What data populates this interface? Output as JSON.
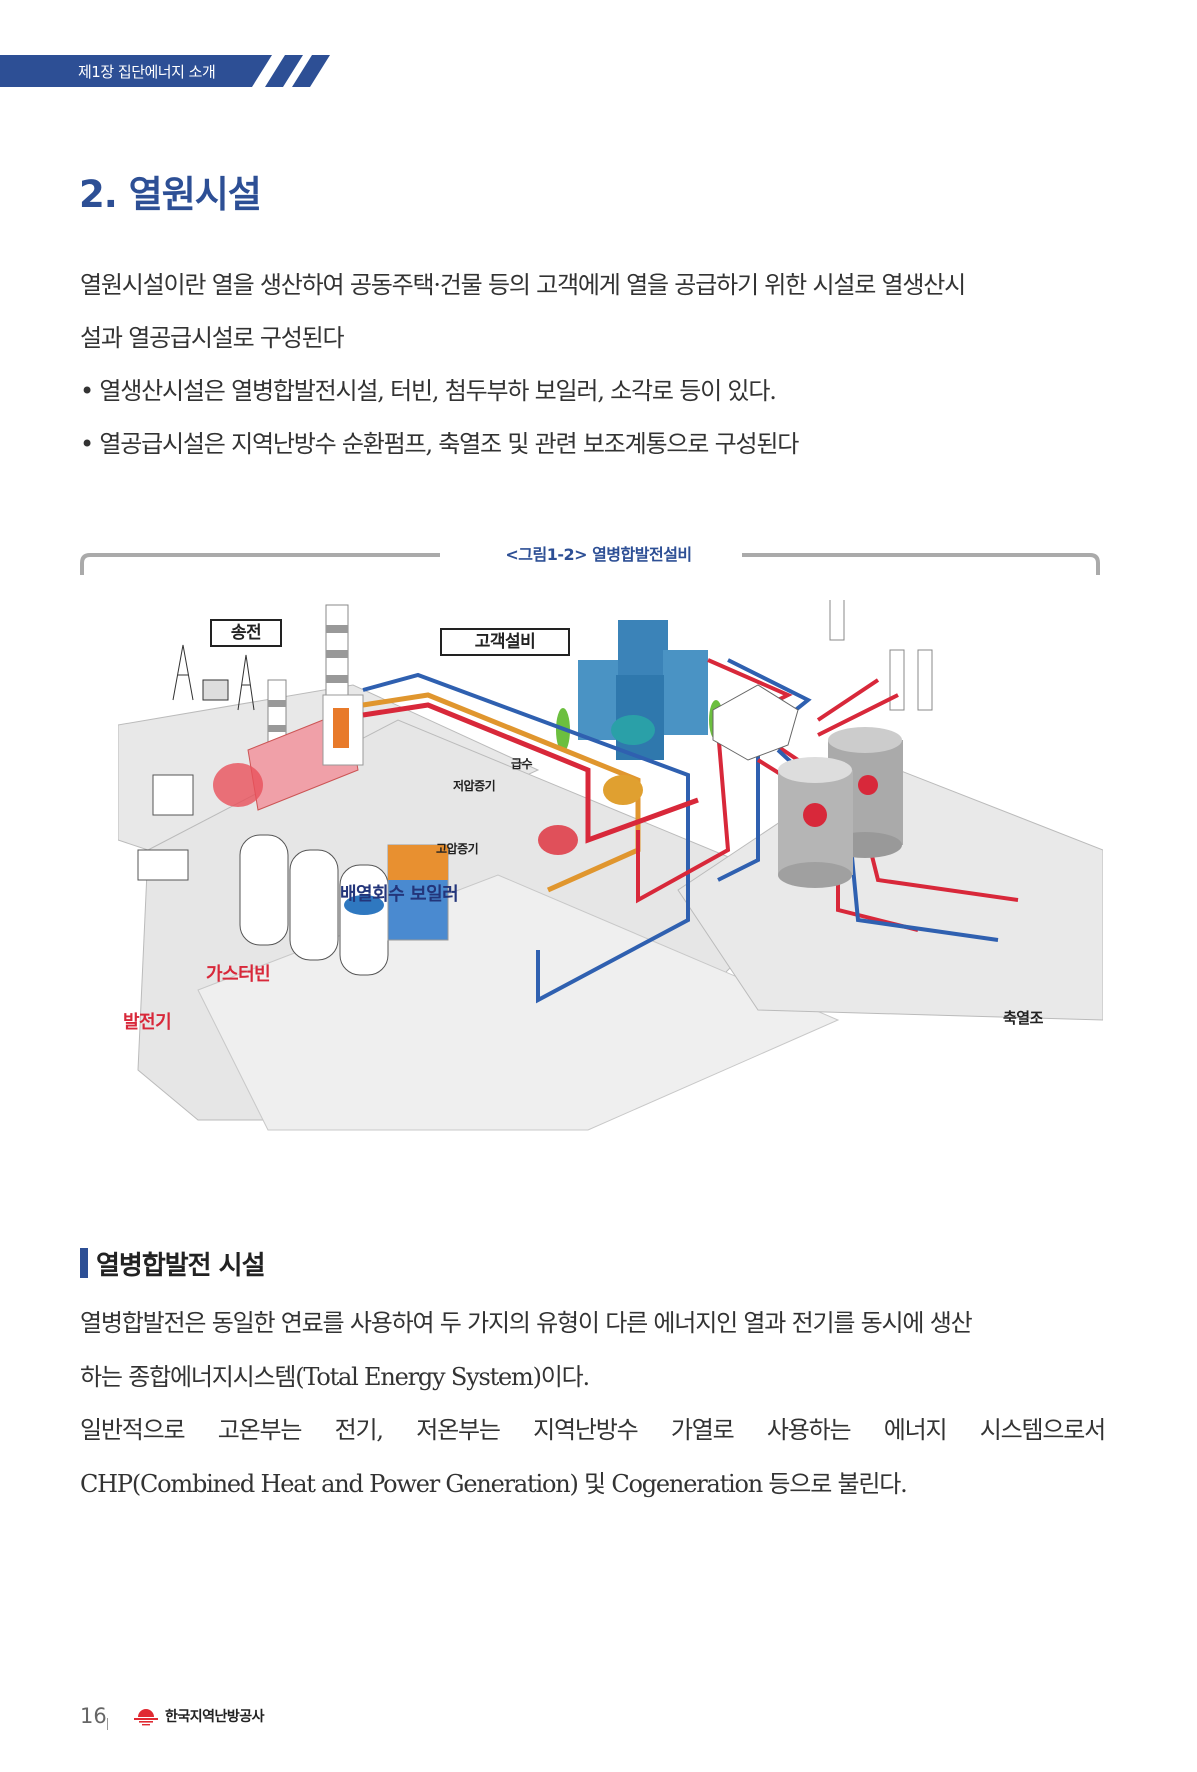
{
  "header": {
    "chapter": "제1장 집단에너지 소개",
    "accent_color": "#2d4f95"
  },
  "title": "2. 열원시설",
  "intro": {
    "line1": "열원시설이란 열을 생산하여 공동주택·건물 등의 고객에게 열을 공급하기 위한 시설로  열생산시",
    "line2": "설과 열공급시설로 구성된다",
    "bullets": [
      "• 열생산시설은 열병합발전시설, 터빈, 첨두부하 보일러, 소각로 등이 있다.",
      "• 열공급시설은 지역난방수 순환펌프, 축열조 및 관련 보조계통으로 구성된다"
    ]
  },
  "figure": {
    "caption": "<그림1-2> 열병합발전설비",
    "labels": {
      "customer": "고객설비",
      "transmission": "송전",
      "feedwater": "급수",
      "low_pressure_steam": "저압증기",
      "high_pressure_steam": "고압증기",
      "hrsg": "배열회수 보일러",
      "gas_turbine": "가스터빈",
      "generator": "발전기",
      "heat_storage": "축열조"
    }
  },
  "section": {
    "title": "열병합발전 시설",
    "lines": [
      "열병합발전은 동일한 연료를 사용하여 두 가지의 유형이 다른 에너지인 열과 전기를 동시에 생산",
      "하는 종합에너지시스템(Total Energy System)이다.",
      "일반적으로 고온부는 전기, 저온부는 지역난방수 가열로 사용하는 에너지 시스템으로서",
      "CHP(Combined Heat and Power Generation) 및 Cogeneration 등으로 불린다."
    ]
  },
  "footer": {
    "page": "16",
    "org": "한국지역난방공사"
  }
}
